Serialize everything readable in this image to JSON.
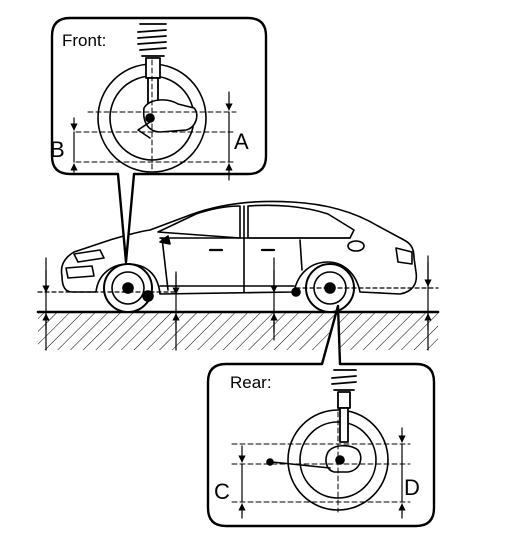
{
  "front_callout": {
    "title": "Front:",
    "dimension_left": "B",
    "dimension_right": "A"
  },
  "rear_callout": {
    "title": "Rear:",
    "dimension_left": "C",
    "dimension_right": "D"
  }
}
